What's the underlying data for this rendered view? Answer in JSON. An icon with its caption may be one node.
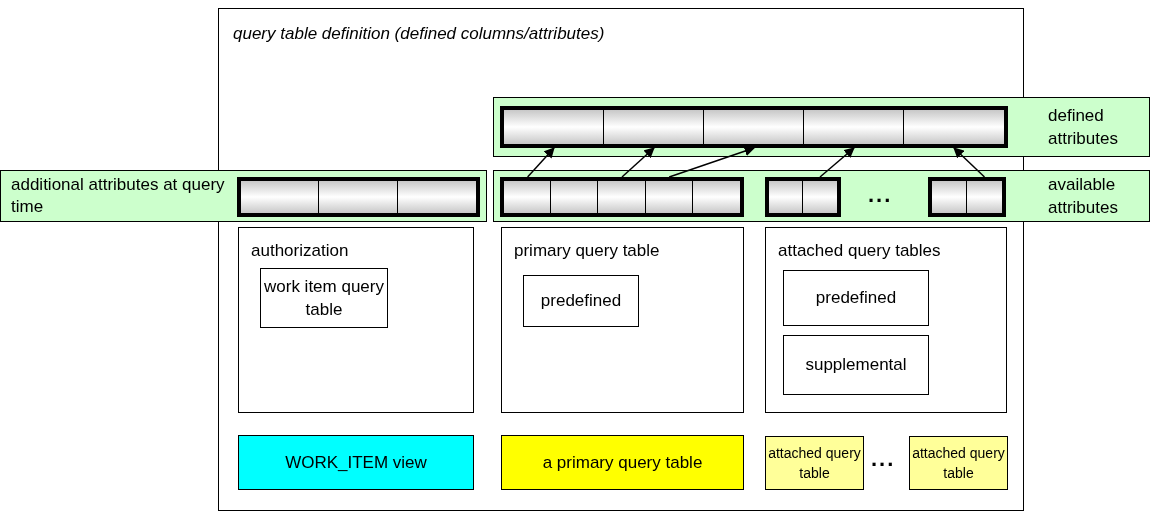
{
  "diagram": {
    "nodes": [
      {
        "text": [
          "query table definition (defined columns/attributes)"
        ]
      },
      {
        "text": [
          "defined attributes"
        ]
      },
      {
        "text": [],
        "shape": "bar",
        "in": 1
      },
      {
        "text": [],
        "shape": "box",
        "in": 2
      },
      {
        "text": [],
        "shape": "box",
        "in": 2
      },
      {
        "text": [],
        "shape": "box",
        "in": 2
      },
      {
        "text": [],
        "shape": "box",
        "in": 2
      },
      {
        "text": [],
        "shape": "box",
        "in": 2
      },
      {
        "text": [
          "additional attributes at query time"
        ]
      },
      {
        "text": [],
        "shape": "bar"
      },
      {
        "text": [],
        "shape": "box",
        "in": 9
      },
      {
        "text": [],
        "shape": "box",
        "in": 9
      },
      {
        "text": [],
        "shape": "box",
        "in": 9
      },
      {
        "text": [
          "available attributes"
        ]
      },
      {
        "text": [],
        "shape": "bar",
        "in": 13
      },
      {
        "text": [],
        "shape": "box",
        "in": 14
      },
      {
        "text": [],
        "shape": "box",
        "in": 14
      },
      {
        "text": [],
        "shape": "box",
        "in": 14
      },
      {
        "text": [],
        "shape": "box",
        "in": 14
      },
      {
        "text": [],
        "shape": "box",
        "in": 14
      },
      {
        "text": [],
        "shape": "bar",
        "in": 13
      },
      {
        "text": [],
        "shape": "box",
        "in": 20
      },
      {
        "text": [],
        "shape": "box",
        "in": 20
      },
      {
        "text": [],
        "shape": "bar",
        "in": 13
      },
      {
        "text": [],
        "shape": "box",
        "in": 23
      },
      {
        "text": [],
        "shape": "box",
        "in": 23
      },
      {
        "text": [
          "authorization"
        ],
        "in": 0
      },
      {
        "text": [
          "work item query table"
        ],
        "in": 26
      },
      {
        "text": [
          "primary query table"
        ],
        "in": 0
      },
      {
        "text": [
          "predefined"
        ],
        "in": 28
      },
      {
        "text": [
          "attached query tables"
        ],
        "in": 0
      },
      {
        "text": [
          "predefined"
        ],
        "in": 30
      },
      {
        "text": [
          "supplemental"
        ],
        "in": 30
      },
      {
        "text": [
          "WORK_ITEM view"
        ],
        "in": 0
      },
      {
        "text": [
          "a primary query table"
        ],
        "in": 0
      },
      {
        "text": [
          "attached query table"
        ],
        "in": 0
      },
      {
        "text": [
          "attached query table"
        ],
        "in": 0
      }
    ],
    "edges": [
      {
        "from": 15,
        "to": 3,
        "arrow": "to"
      },
      {
        "from": 17,
        "to": 4,
        "arrow": "to"
      },
      {
        "from": 18,
        "to": 5,
        "arrow": "to"
      },
      {
        "from": 22,
        "to": 6,
        "arrow": "to"
      },
      {
        "from": 25,
        "to": 7,
        "arrow": "to"
      }
    ],
    "labels": [
      "...",
      "..."
    ]
  }
}
